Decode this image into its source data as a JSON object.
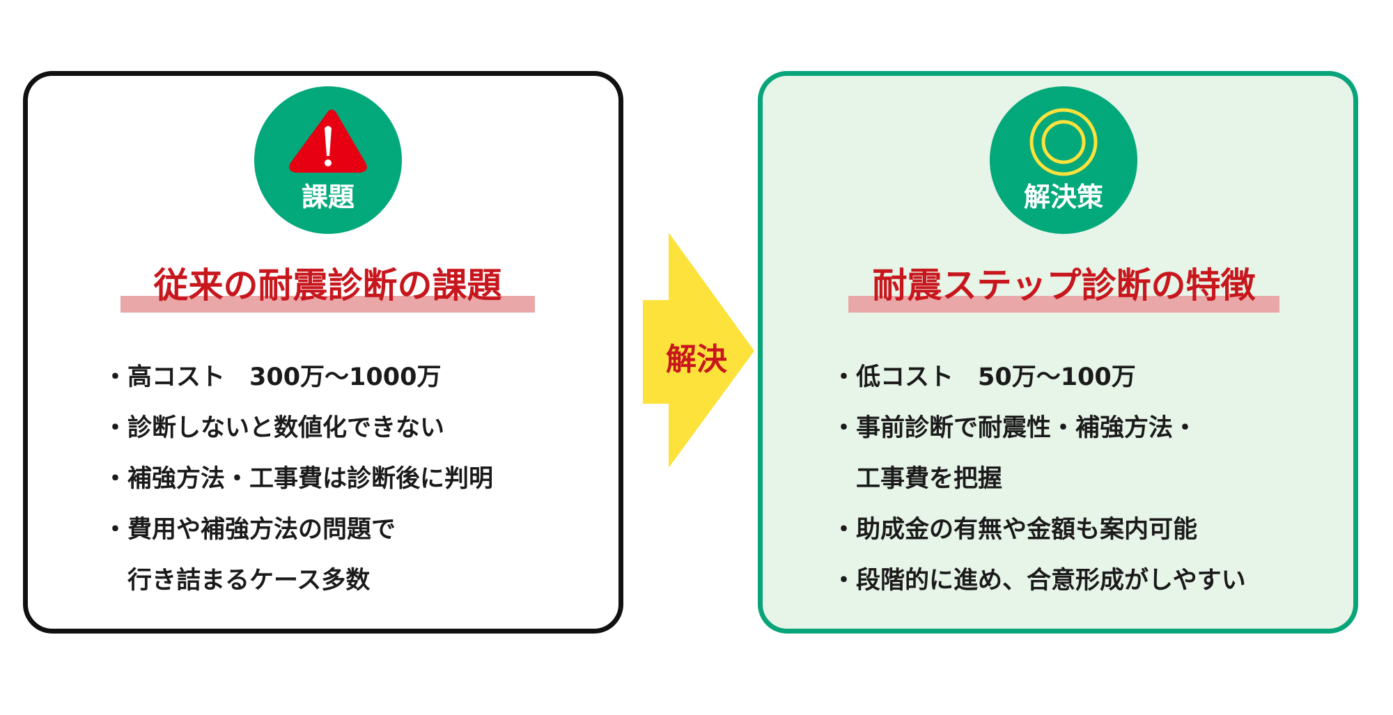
{
  "problem": {
    "badge": "課題",
    "icon": "warning-icon",
    "title": "従来の耐震診断の課題",
    "items": [
      "・高コスト　300万〜1000万",
      "・診断しないと数値化できない",
      "・補強方法・工事費は診断後に判明",
      "・費用や補強方法の問題で",
      "　行き詰まるケース多数"
    ]
  },
  "arrow": {
    "label": "解決",
    "icon": "arrow-right-icon"
  },
  "solution": {
    "badge": "解決策",
    "icon": "double-circle-icon",
    "title": "耐震ステップ診断の特徴",
    "items": [
      "・低コスト　50万〜100万",
      "・事前診断で耐震性・補強方法・",
      "　工事費を把握",
      "・助成金の有無や金額も案内可能",
      "・段階的に進め、合意形成がしやすい"
    ]
  },
  "colors": {
    "green": "#03a87b",
    "red": "#c8161d",
    "yellow": "#fde23b",
    "warning_red": "#e60012"
  }
}
